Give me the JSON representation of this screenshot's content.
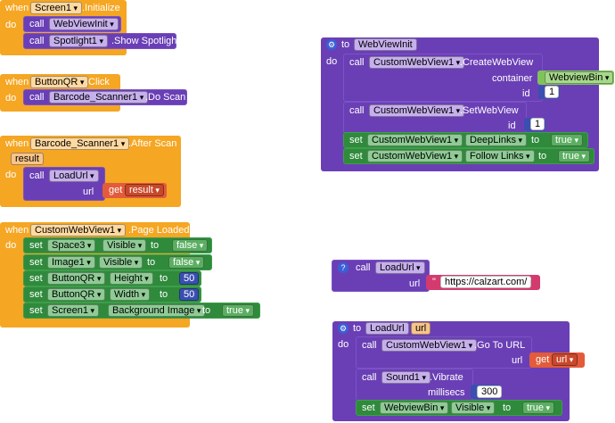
{
  "kw": {
    "when": "when",
    "do": "do",
    "call": "call",
    "set": "set",
    "to": "to",
    "get": "get",
    "quote": "\""
  },
  "b1": {
    "component": "Screen1",
    "event": ".Initialize",
    "call1": {
      "comp": "WebViewInit"
    },
    "call2": {
      "comp": "Spotlight1",
      "method": ".Show Spotlight"
    }
  },
  "b2": {
    "component": "ButtonQR",
    "event": ".Click",
    "call1": {
      "comp": "Barcode_Scanner1",
      "method": ".Do Scan"
    }
  },
  "b3": {
    "component": "Barcode_Scanner1",
    "event": ".After Scan",
    "param": "result",
    "call1": {
      "comp": "LoadUrl",
      "arg": "url",
      "get": "result"
    }
  },
  "b4": {
    "component": "CustomWebView1",
    "event": ".Page Loaded",
    "sets": [
      {
        "comp": "Space3",
        "prop": "Visible",
        "value": "false"
      },
      {
        "comp": "Image1",
        "prop": "Visible",
        "value": "false"
      },
      {
        "comp": "ButtonQR",
        "prop": "Height",
        "value": "50"
      },
      {
        "comp": "ButtonQR",
        "prop": "Width",
        "value": "50"
      },
      {
        "comp": "Screen1",
        "prop": "Background Image",
        "value": "true"
      }
    ]
  },
  "p1": {
    "name": "WebViewInit",
    "call1": {
      "comp": "CustomWebView1",
      "method": ".CreateWebView",
      "arg1": "container",
      "val1": "WebviewBin",
      "arg2": "id",
      "val2": "1"
    },
    "call2": {
      "comp": "CustomWebView1",
      "method": ".SetWebView",
      "arg1": "id",
      "val1": "1"
    },
    "set1": {
      "comp": "CustomWebView1",
      "prop": "DeepLinks",
      "value": "true"
    },
    "set2": {
      "comp": "CustomWebView1",
      "prop": "Follow Links",
      "value": "true"
    }
  },
  "c1": {
    "name": "LoadUrl",
    "arg": "url",
    "value": "https://calzart.com/"
  },
  "p2": {
    "name": "LoadUrl",
    "param": "url",
    "call1": {
      "comp": "CustomWebView1",
      "method": ".Go To URL",
      "arg": "url",
      "get": "url"
    },
    "call2": {
      "comp": "Sound1",
      "method": ".Vibrate",
      "arg": "millisecs",
      "value": "300"
    },
    "set1": {
      "comp": "WebviewBin",
      "prop": "Visible",
      "value": "true"
    }
  }
}
